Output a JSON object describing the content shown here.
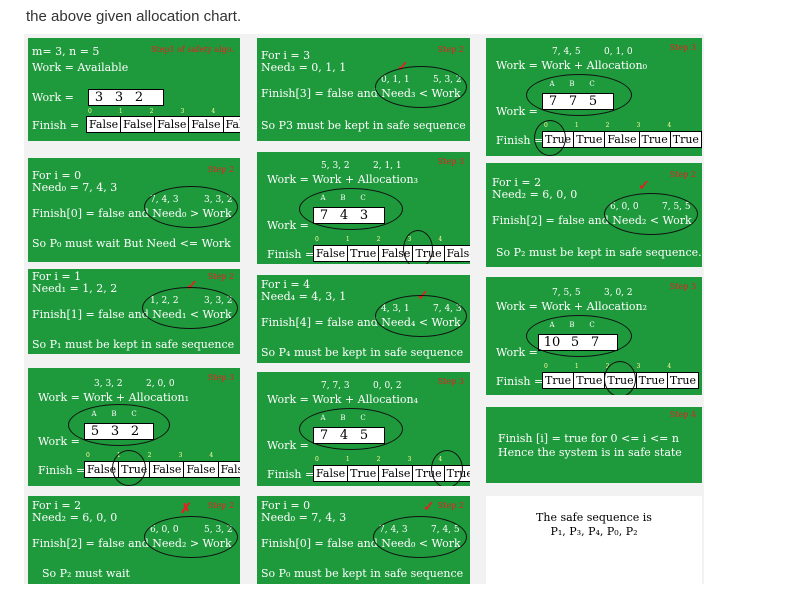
{
  "caption": "the above given allocation chart.",
  "p1": {
    "line1": "m= 3, n = 5",
    "line2": "Work = Available",
    "work_label": "Work =",
    "work": [
      "3",
      "3",
      "2"
    ],
    "finish_label": "Finish =",
    "finish": [
      "False",
      "False",
      "False",
      "False",
      "False"
    ],
    "idx": [
      "0",
      "1",
      "2",
      "3",
      "4"
    ],
    "step": "Step1 of safety algo."
  },
  "p2": {
    "line1": "For i = 0",
    "line2": "Need₀ = 7, 4, 3",
    "v1": "7, 4, 3",
    "v2": "3, 3, 2",
    "line3": "Finish[0] = false and Need₀ > Work",
    "line4": "So P₀ must wait    But Need <= Work",
    "step": "Step 2"
  },
  "p3": {
    "line1": "For i = 1",
    "line2": "Need₁ = 1, 2, 2",
    "v1": "1, 2, 2",
    "v2": "3, 3, 2",
    "line3": "Finish[1] = false and Need₁ < Work",
    "line4": "So P₁ must be kept in safe sequence",
    "step": "Step 2"
  },
  "p4": {
    "v1": "3, 3, 2",
    "v2": "2, 0, 0",
    "line1": "Work = Work + Allocation₁",
    "abc": [
      "A",
      "B",
      "C"
    ],
    "work_label": "Work =",
    "work": [
      "5",
      "3",
      "2"
    ],
    "finish_label": "Finish =",
    "finish": [
      "False",
      "True",
      "False",
      "False",
      "False"
    ],
    "idx": [
      "0",
      "1",
      "2",
      "3",
      "4"
    ],
    "step": "Step 3"
  },
  "p5": {
    "line1": "For i = 2",
    "line2": "Need₂ = 6, 0, 0",
    "v1": "6, 0, 0",
    "v2": "5, 3, 2",
    "line3": "Finish[2] = false and Need₂ > Work",
    "line4": "So P₂ must wait",
    "step": "Step 2"
  },
  "p6": {
    "line1": "For i = 3",
    "line2": "Need₃ = 0, 1, 1",
    "v1": "0, 1, 1",
    "v2": "5, 3, 2",
    "line3": "Finish[3] = false and Need₃ < Work",
    "line4": "So P3 must be kept in safe sequence",
    "step": "Step 2"
  },
  "p7": {
    "v1": "5, 3, 2",
    "v2": "2, 1, 1",
    "line1": "Work = Work + Allocation₃",
    "abc": [
      "A",
      "B",
      "C"
    ],
    "work_label": "Work =",
    "work": [
      "7",
      "4",
      "3"
    ],
    "finish_label": "Finish =",
    "finish": [
      "False",
      "True",
      "False",
      "True",
      "False"
    ],
    "idx": [
      "0",
      "1",
      "2",
      "3",
      "4"
    ],
    "step": "Step 3"
  },
  "p8": {
    "line1": "For i = 4",
    "line2": "Need₄ = 4, 3, 1",
    "v1": "4, 3, 1",
    "v2": "7, 4, 3",
    "line3": "Finish[4] = false and Need₄ < Work",
    "line4": "So P₄ must be kept in safe sequence",
    "step": "Step 2"
  },
  "p9": {
    "v1": "7, 7, 3",
    "v2": "0, 0, 2",
    "line1": "Work = Work + Allocation₄",
    "abc": [
      "A",
      "B",
      "C"
    ],
    "work_label": "Work =",
    "work": [
      "7",
      "4",
      "5"
    ],
    "finish_label": "Finish =",
    "finish": [
      "False",
      "True",
      "False",
      "True",
      "True"
    ],
    "idx": [
      "0",
      "1",
      "2",
      "3",
      "4"
    ],
    "step": "Step 3"
  },
  "p10": {
    "line1": "For i = 0",
    "line2": "Need₀ = 7, 4, 3",
    "v1": "7, 4, 3",
    "v2": "7, 4, 5",
    "line3": "Finish[0] = false and Need₀ < Work",
    "line4": "So P₀ must be kept in safe sequence",
    "step": "Step 2"
  },
  "p11": {
    "v1": "7, 4, 5",
    "v2": "0, 1, 0",
    "line1": "Work = Work + Allocation₀",
    "abc": [
      "A",
      "B",
      "C"
    ],
    "work_label": "Work =",
    "work": [
      "7",
      "7",
      "5"
    ],
    "finish_label": "Finish =",
    "finish": [
      "True",
      "True",
      "False",
      "True",
      "True"
    ],
    "idx": [
      "0",
      "1",
      "2",
      "3",
      "4"
    ],
    "step": "Step 3"
  },
  "p12": {
    "line1": "For i = 2",
    "line2": "Need₂ = 6, 0, 0",
    "v1": "6, 0, 0",
    "v2": "7, 5, 5",
    "line3": "Finish[2] = false and Need₂ < Work",
    "line4": "So P₂ must be kept in safe sequence.",
    "step": "Step 2"
  },
  "p13": {
    "v1": "7, 5, 5",
    "v2": "3, 0, 2",
    "line1": "Work = Work + Allocation₂",
    "abc": [
      "A",
      "B",
      "C"
    ],
    "work_label": "Work =",
    "work": [
      "10",
      "5",
      "7"
    ],
    "finish_label": "Finish =",
    "finish": [
      "True",
      "True",
      "True",
      "True",
      "True"
    ],
    "idx": [
      "0",
      "1",
      "2",
      "3",
      "4"
    ],
    "step": "Step 3"
  },
  "p14": {
    "line1": "Finish [i] = true for 0 <= i <= n",
    "line2": "Hence the system is in safe state",
    "step": "Step 4"
  },
  "p15": {
    "line1": "The safe sequence is",
    "line2": "P₁, P₃, P₄, P₀, P₂"
  },
  "marks": {
    "check": "✓",
    "cross": "✗"
  }
}
